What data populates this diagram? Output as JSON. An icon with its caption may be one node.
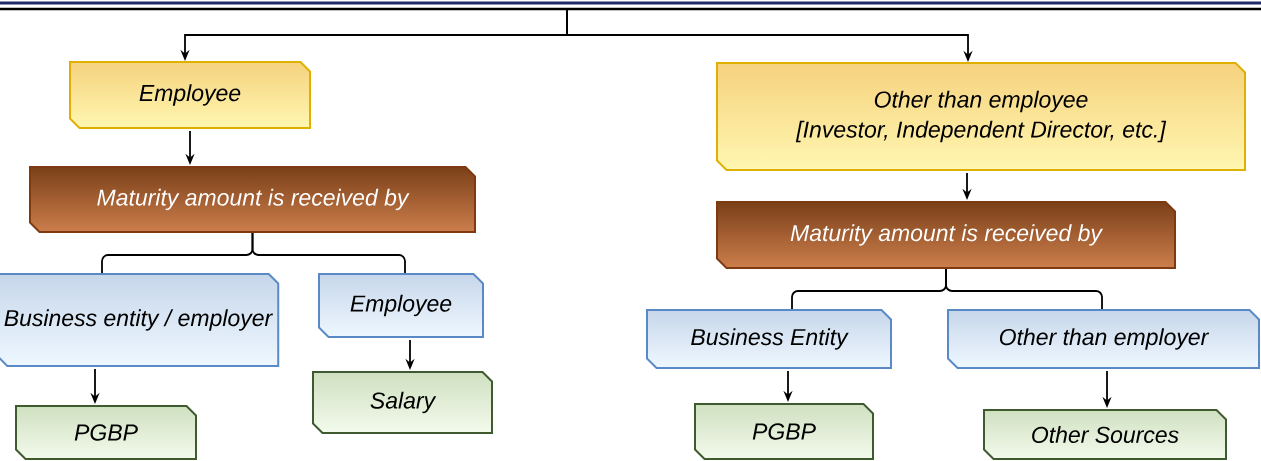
{
  "diagram": {
    "nodes": [
      {
        "text": [
          "Employee"
        ]
      },
      {
        "text": [
          "Maturity amount is received by"
        ]
      },
      {
        "text": [
          "Business entity / employer"
        ]
      },
      {
        "text": [
          "Employee"
        ]
      },
      {
        "text": [
          "PGBP"
        ]
      },
      {
        "text": [
          "Salary"
        ]
      },
      {
        "text": [
          "Other than employee",
          "[Investor, Independent Director, etc.]"
        ]
      },
      {
        "text": [
          "Maturity amount is received by"
        ]
      },
      {
        "text": [
          "Business Entity"
        ]
      },
      {
        "text": [
          "Other than employer"
        ]
      },
      {
        "text": [
          "PGBP"
        ]
      },
      {
        "text": [
          "Other Sources"
        ]
      }
    ],
    "edges": [
      {
        "from": null,
        "to": 0,
        "arrow": "to"
      },
      {
        "from": null,
        "to": 6,
        "arrow": "to"
      },
      {
        "from": 0,
        "to": 1,
        "arrow": "to"
      },
      {
        "from": 1,
        "to": 2,
        "arrow": "none"
      },
      {
        "from": 1,
        "to": 3,
        "arrow": "none"
      },
      {
        "from": 2,
        "to": 4,
        "arrow": "to"
      },
      {
        "from": 3,
        "to": 5,
        "arrow": "to"
      },
      {
        "from": 6,
        "to": 7,
        "arrow": "to"
      },
      {
        "from": 7,
        "to": 8,
        "arrow": "none"
      },
      {
        "from": 7,
        "to": 9,
        "arrow": "none"
      },
      {
        "from": 8,
        "to": 10,
        "arrow": "to"
      },
      {
        "from": 9,
        "to": 11,
        "arrow": "to"
      }
    ]
  }
}
